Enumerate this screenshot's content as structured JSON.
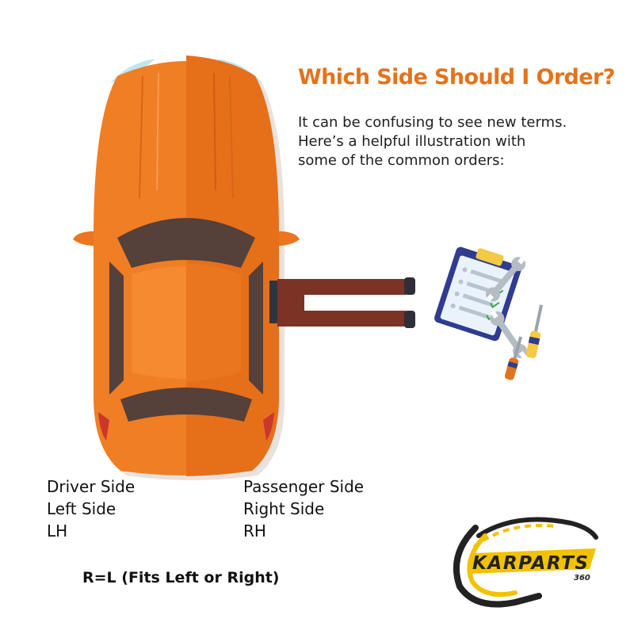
{
  "headline": "Which Side Should I Order?",
  "intro": {
    "line1": "It can be confusing to see new terms.",
    "line2": "Here’s a helpful illustration with",
    "line3": "some of the common orders:"
  },
  "left_side": {
    "line1": "Driver Side",
    "line2": "Left Side",
    "line3": "LH"
  },
  "right_side": {
    "line1": "Passenger Side",
    "line2": "Right Side",
    "line3": "RH"
  },
  "fit_note": "R=L (Fits Left or Right)",
  "logo": {
    "brand": "KARPARTS",
    "number": "360"
  },
  "colors": {
    "accent": "#e2731d",
    "car_body": "#ee7a22",
    "car_dark": "#e06a18",
    "glass": "#55403a",
    "legs": "#7a3324",
    "logo_yellow": "#f2c200",
    "logo_dark": "#222222",
    "text": "#111111"
  },
  "icons": [
    "car-illustration",
    "mechanic-legs",
    "clipboard-checklist-icon",
    "wrench-icon",
    "screwdriver-icon",
    "karparts-logo"
  ]
}
